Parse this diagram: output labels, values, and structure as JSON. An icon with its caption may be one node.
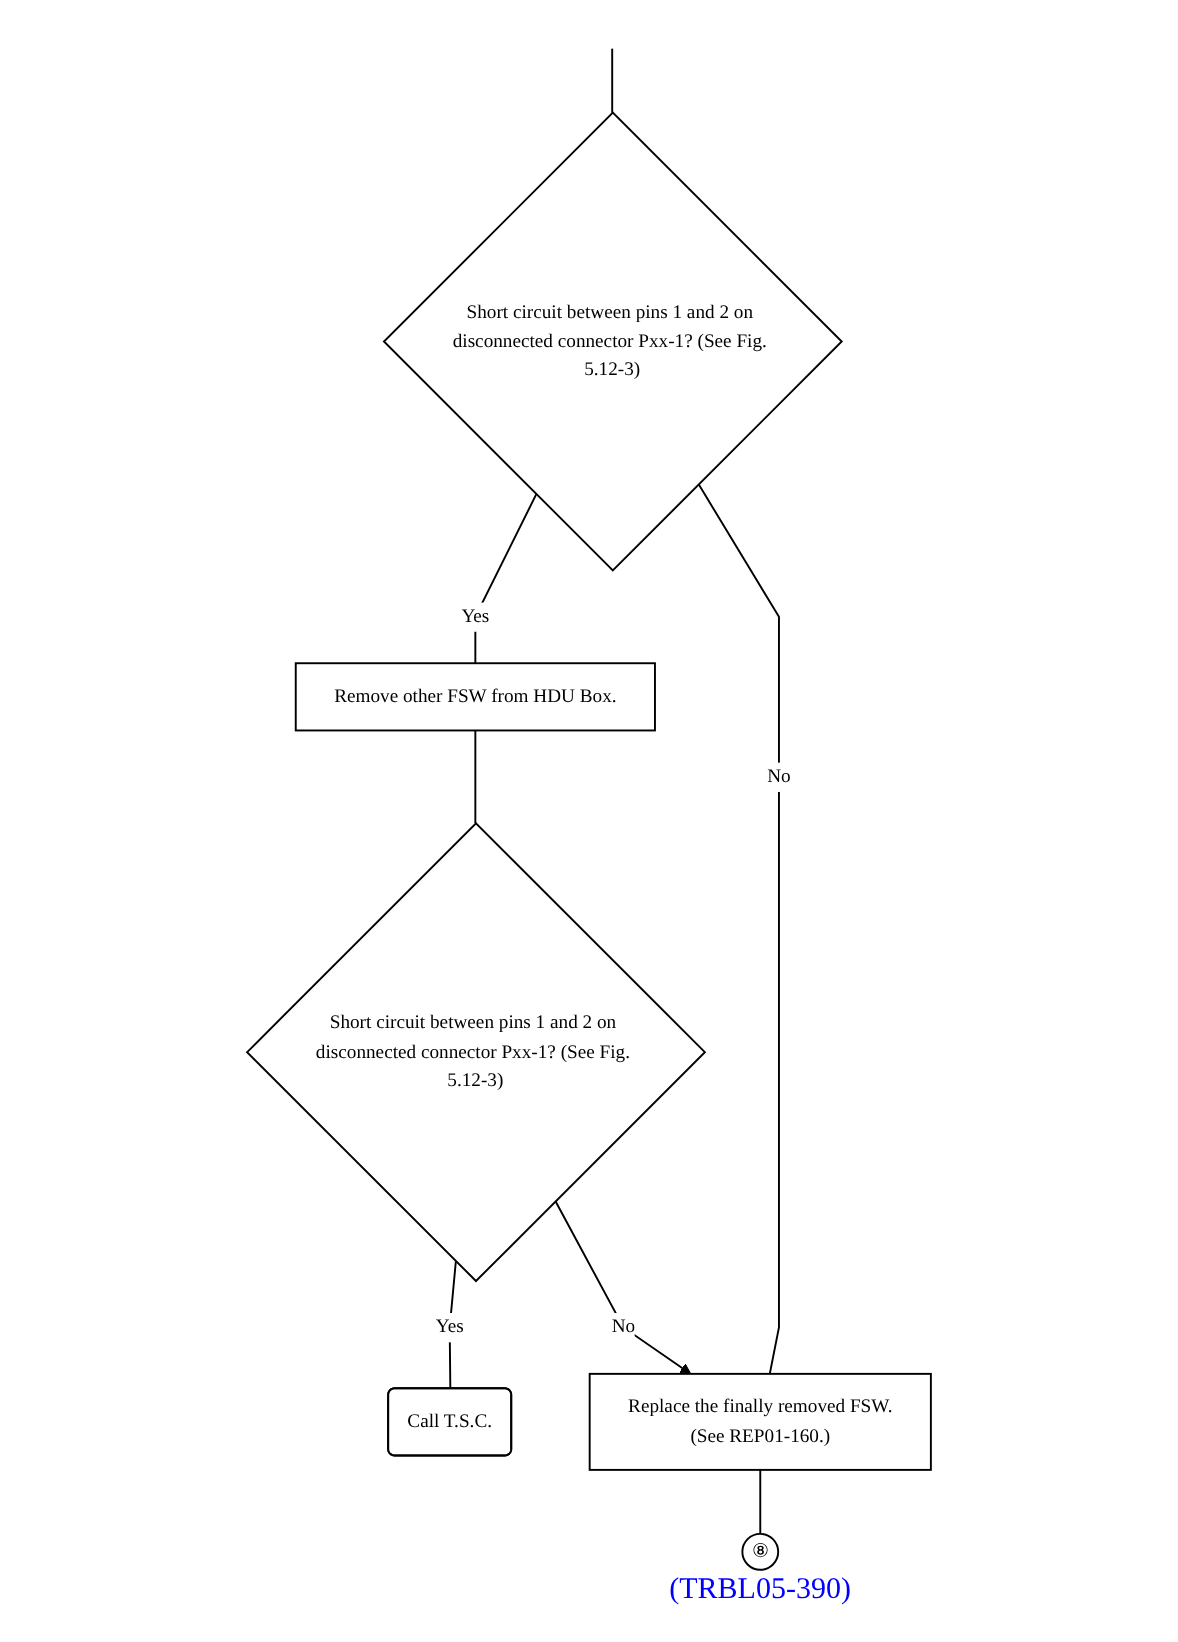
{
  "diagram": {
    "nodes": [
      {
        "text": [
          "Short circuit between pins 1 and 2 on disconnected connector Pxx-1? (See Fig. 5.12-3)"
        ]
      },
      {
        "text": [
          "Remove other FSW from HDU Box."
        ]
      },
      {
        "text": [
          "Short circuit between pins 1 and 2 on disconnected connector Pxx-1? (See Fig. 5.12-3)"
        ]
      },
      {
        "text": [
          "Call T.S.C."
        ]
      },
      {
        "text": [
          "Replace the finally removed FSW.",
          "(See REP01-160.)"
        ]
      },
      {
        "text": [
          "⑧"
        ],
        "beside": [
          "(TRBL05-390)"
        ]
      }
    ],
    "edges": [
      {
        "from": null,
        "to": 0,
        "arrow": "none"
      },
      {
        "from": 0,
        "to": 1,
        "label": "Yes",
        "arrow": "none"
      },
      {
        "from": 1,
        "to": 2,
        "arrow": "none"
      },
      {
        "from": 2,
        "to": 3,
        "label": "Yes",
        "arrow": "none"
      },
      {
        "from": 0,
        "to": 4,
        "label": "No",
        "arrow": "none"
      },
      {
        "from": 2,
        "to": 4,
        "label": "No",
        "arrow": "to"
      },
      {
        "from": 4,
        "to": 5,
        "arrow": "none"
      }
    ]
  }
}
